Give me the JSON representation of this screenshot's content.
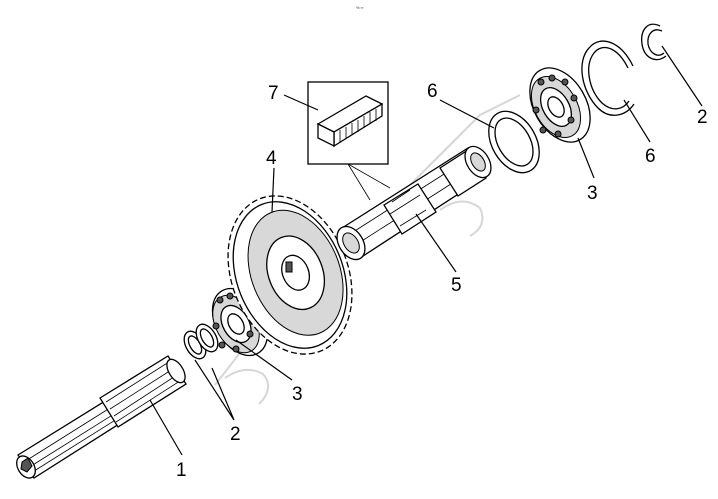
{
  "header": {
    "mark": "% ∞"
  },
  "callouts": [
    {
      "id": "c1",
      "text": "1"
    },
    {
      "id": "c2-left",
      "text": "2"
    },
    {
      "id": "c3-left",
      "text": "3"
    },
    {
      "id": "c4",
      "text": "4"
    },
    {
      "id": "c5",
      "text": "5"
    },
    {
      "id": "c6-top",
      "text": "6"
    },
    {
      "id": "c7",
      "text": "7"
    },
    {
      "id": "c3-right",
      "text": "3"
    },
    {
      "id": "c6-right",
      "text": "6"
    },
    {
      "id": "c2-right",
      "text": "2"
    }
  ],
  "parts": [
    {
      "number": "1",
      "icon": "splined-shaft-icon"
    },
    {
      "number": "2",
      "icon": "snap-ring-icon"
    },
    {
      "number": "3",
      "icon": "ball-bearing-icon"
    },
    {
      "number": "4",
      "icon": "spur-gear-icon"
    },
    {
      "number": "5",
      "icon": "intermediate-shaft-icon"
    },
    {
      "number": "6",
      "icon": "retaining-ring-icon"
    },
    {
      "number": "7",
      "icon": "key-icon"
    }
  ]
}
